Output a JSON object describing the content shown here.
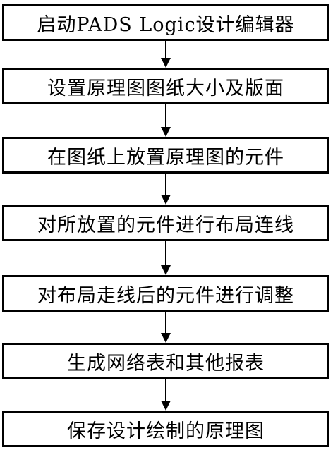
{
  "steps": [
    "启动PADS Logic设计编辑器",
    "设置原理图图纸大小及版面",
    "在图纸上放置原理图的元件",
    "对所放置的元件进行布局连线",
    "对布局走线后的元件进行调整",
    "生成网络表和其他报表",
    "保存设计绘制的原理图"
  ]
}
